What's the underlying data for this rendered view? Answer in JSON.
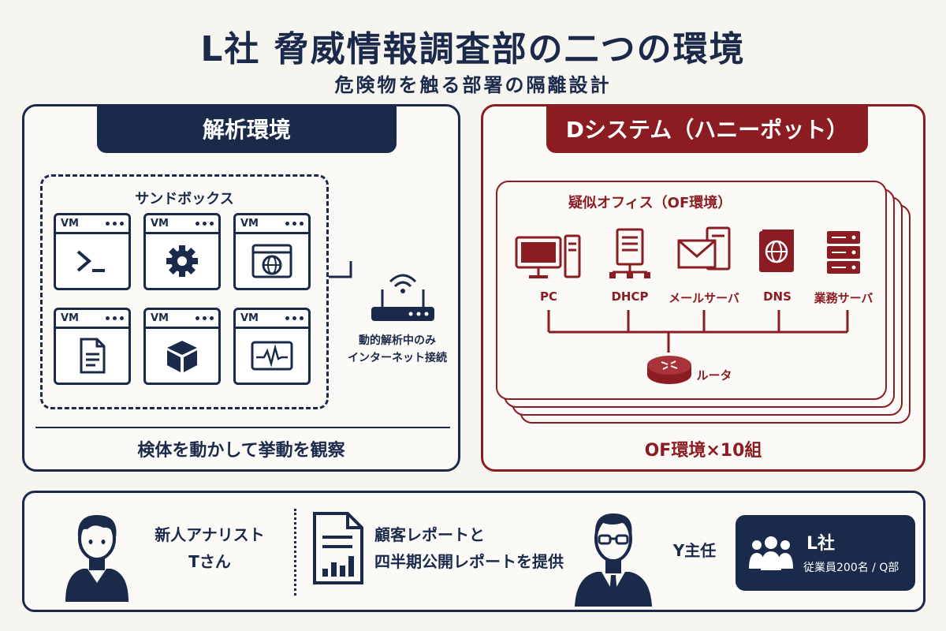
{
  "title": "L社 脅威情報調査部の二つの環境",
  "subtitle": "危険物を触る部署の隔離設計",
  "colors": {
    "navy": "#1b2a4a",
    "crimson": "#8b1c22",
    "background": "#f7f5f0"
  },
  "analysis": {
    "heading": "解析環境",
    "sandbox_label": "サンドボックス",
    "vms": [
      {
        "label": "VM",
        "icon": "terminal-icon"
      },
      {
        "label": "VM",
        "icon": "gear-icon"
      },
      {
        "label": "VM",
        "icon": "browser-globe-icon"
      },
      {
        "label": "VM",
        "icon": "document-icon"
      },
      {
        "label": "VM",
        "icon": "cube-icon"
      },
      {
        "label": "VM",
        "icon": "waveform-monitor-icon"
      }
    ],
    "router_caption_line1": "動的解析中のみ",
    "router_caption_line2": "インターネット接続",
    "footer": "検体を動かして挙動を観察"
  },
  "honeypot": {
    "heading": "Dシステム（ハニーポット）",
    "office_label": "疑似オフィス（OF環境）",
    "devices": [
      {
        "label": "PC",
        "icon": "pc-icon"
      },
      {
        "label": "DHCP",
        "icon": "dhcp-server-icon"
      },
      {
        "label": "メールサーバ",
        "icon": "mail-server-icon"
      },
      {
        "label": "DNS",
        "icon": "dns-globe-icon"
      },
      {
        "label": "業務サーバ",
        "icon": "rack-server-icon"
      }
    ],
    "router_label": "ルータ",
    "footer": "OF環境×10組"
  },
  "bottom": {
    "analyst_line1": "新人アナリスト",
    "analyst_line2": "Tさん",
    "report_line1": "顧客レポートと",
    "report_line2": "四半期公開レポートを提供",
    "chief": "Y主任",
    "company_name": "L社",
    "company_detail": "従業員200名 / Q部"
  }
}
